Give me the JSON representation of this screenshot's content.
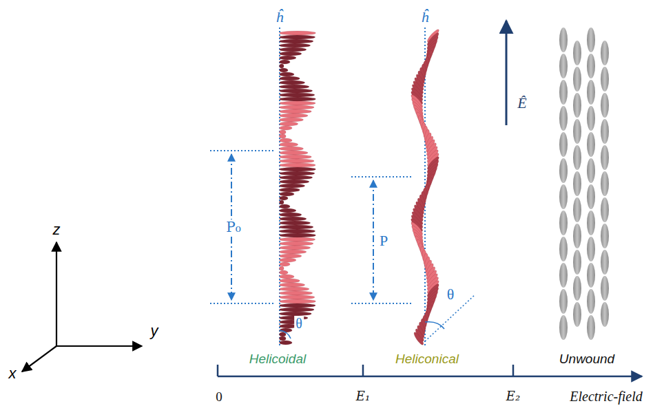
{
  "diagram": {
    "labels": [
      "z",
      "y",
      "x",
      "ĥ",
      "ĥ",
      "Ê",
      "P₀",
      "P",
      "θ",
      "θ",
      "Helicoidal",
      "Heliconical",
      "Unwound",
      "0",
      "E₁",
      "E₂",
      "Electric-field"
    ]
  }
}
